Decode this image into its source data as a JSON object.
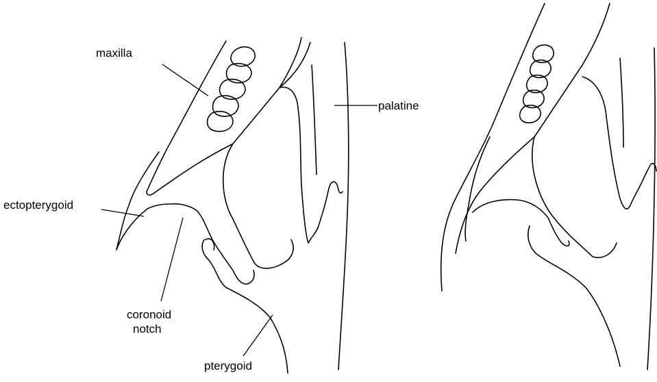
{
  "labels": {
    "maxilla": "maxilla",
    "palatine": "palatine",
    "ectopterygoid": "ectopterygoid",
    "coronoid_line1": "coronoid",
    "coronoid_line2": "notch",
    "pterygoid": "pterygoid"
  }
}
